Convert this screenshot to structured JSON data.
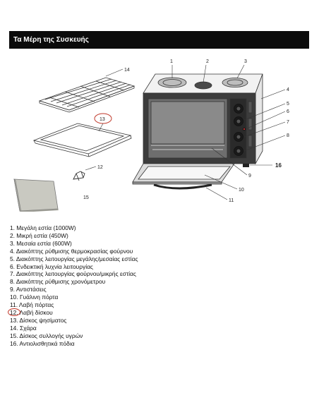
{
  "header": {
    "title": "Τα Μέρη της Συσκευής"
  },
  "diagram": {
    "callouts": [
      "1",
      "2",
      "3",
      "4",
      "5",
      "6",
      "7",
      "8",
      "9",
      "10",
      "11",
      "12",
      "13",
      "14",
      "15",
      "16"
    ],
    "highlight_color": "#c0392b"
  },
  "parts": [
    "1. Μεγάλη εστία (1000W)",
    "2. Μικρή εστία (450W)",
    "3. Μεσαία εστία (600W)",
    "4. Διακόπτης ρύθμισης θερμοκρασίας φούρνου",
    "5. Διακόπτης λειτουργίας μεγάλης/μεσαίας εστίας",
    "6. Ενδεικτική λυχνία λειτουργίας",
    "7. Διακόπτης λειτουργίας φούρνου/μικρής εστίας",
    "8. Διακόπτης ρύθμισης χρονόμετρου",
    "9. Αντιστάσεις",
    "10. Γυάλινη πόρτα",
    "11. Λαβή πόρτας",
    "12. Λαβή δίσκου",
    "13. Δίσκος ψησίματος",
    "14. Σχάρα",
    "15. Δίσκος συλλογής υγρών",
    "16. Αντιολισθητικά πόδια"
  ]
}
